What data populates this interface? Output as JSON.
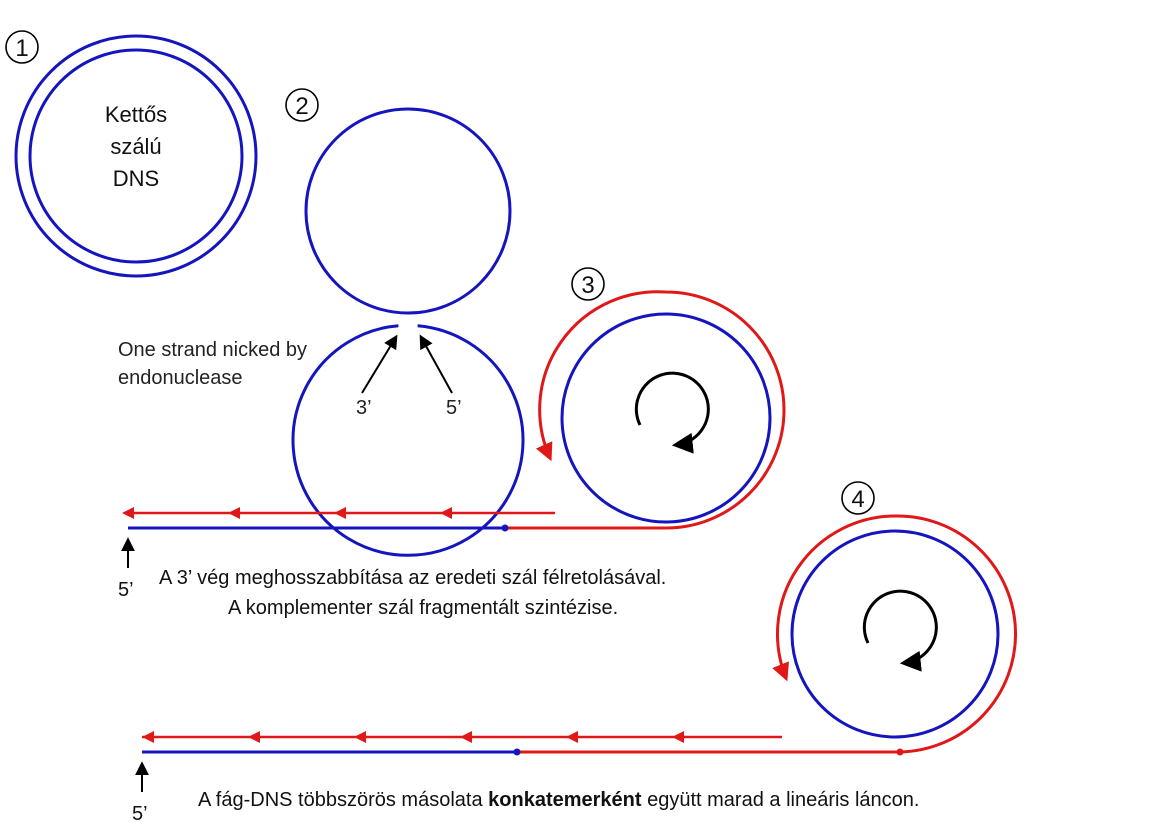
{
  "steps": [
    "1",
    "2",
    "3",
    "4"
  ],
  "step1": {
    "label_lines": [
      "Kettős",
      "szálú",
      "DNS"
    ]
  },
  "step2": {
    "nick_text_lines": [
      "One strand nicked by",
      "endonuclease"
    ],
    "end_3": "3’",
    "end_5": "5’"
  },
  "step3": {
    "end_5": "5’",
    "caption_lines": [
      "A 3’ vég meghosszabbítása az eredeti szál félretolásával.",
      "A komplementer szál fragmentált szintézise."
    ]
  },
  "step4": {
    "end_5": "5’",
    "caption_pre": "A fág-DNS többszörös másolata ",
    "caption_bold": "konkatemerként",
    "caption_post": " együtt marad a lineáris láncon."
  },
  "colors": {
    "template_strand": "#1515c0",
    "new_strand": "#e01818",
    "arrow": "#000000"
  }
}
